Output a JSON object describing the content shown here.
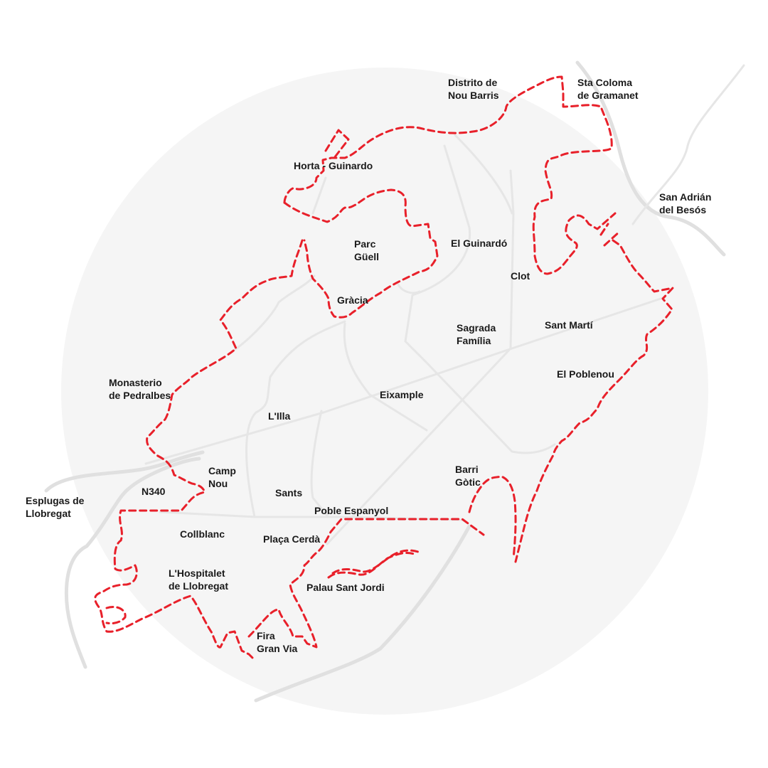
{
  "colors": {
    "background": "#ffffff",
    "area_circle": "#f5f5f5",
    "roads": "#e3e3e3",
    "route": "#e8202a",
    "label": "#1a1a1a"
  },
  "route_style": "dashed",
  "labels": {
    "nou_barris": [
      "Distrito de",
      "Nou Barris"
    ],
    "sta_coloma": [
      "Sta Coloma",
      "de Gramanet"
    ],
    "horta": [
      "Horta - Guinardo"
    ],
    "san_adrian": [
      "San Adrián",
      "del Besós"
    ],
    "parc_guell": [
      "Parc",
      "Güell"
    ],
    "el_guinardo": [
      "El Guinardó"
    ],
    "clot": [
      "Clot"
    ],
    "gracia": [
      "Gràcia"
    ],
    "sagrada": [
      "Sagrada",
      "Família"
    ],
    "sant_marti": [
      "Sant Martí"
    ],
    "poblenou": [
      "El Poblenou"
    ],
    "pedralbes": [
      "Monasterio",
      "de Pedralbes"
    ],
    "eixample": [
      "Eixample"
    ],
    "lilla": [
      "L'Illa"
    ],
    "camp_nou": [
      "Camp",
      "Nou"
    ],
    "barri_gotic": [
      "Barri",
      "Gòtic"
    ],
    "n340": [
      "N340"
    ],
    "sants": [
      "Sants"
    ],
    "esplugas": [
      "Esplugas de",
      "Llobregat"
    ],
    "poble_espanyol": [
      "Poble Espanyol"
    ],
    "collblanc": [
      "Collblanc"
    ],
    "placa_cerda": [
      "Plaça Cerdà"
    ],
    "hospitalet": [
      "L'Hospitalet",
      "de Llobregat"
    ],
    "palau": [
      "Palau Sant Jordi"
    ],
    "fira": [
      "Fira",
      "Gran Via"
    ]
  }
}
